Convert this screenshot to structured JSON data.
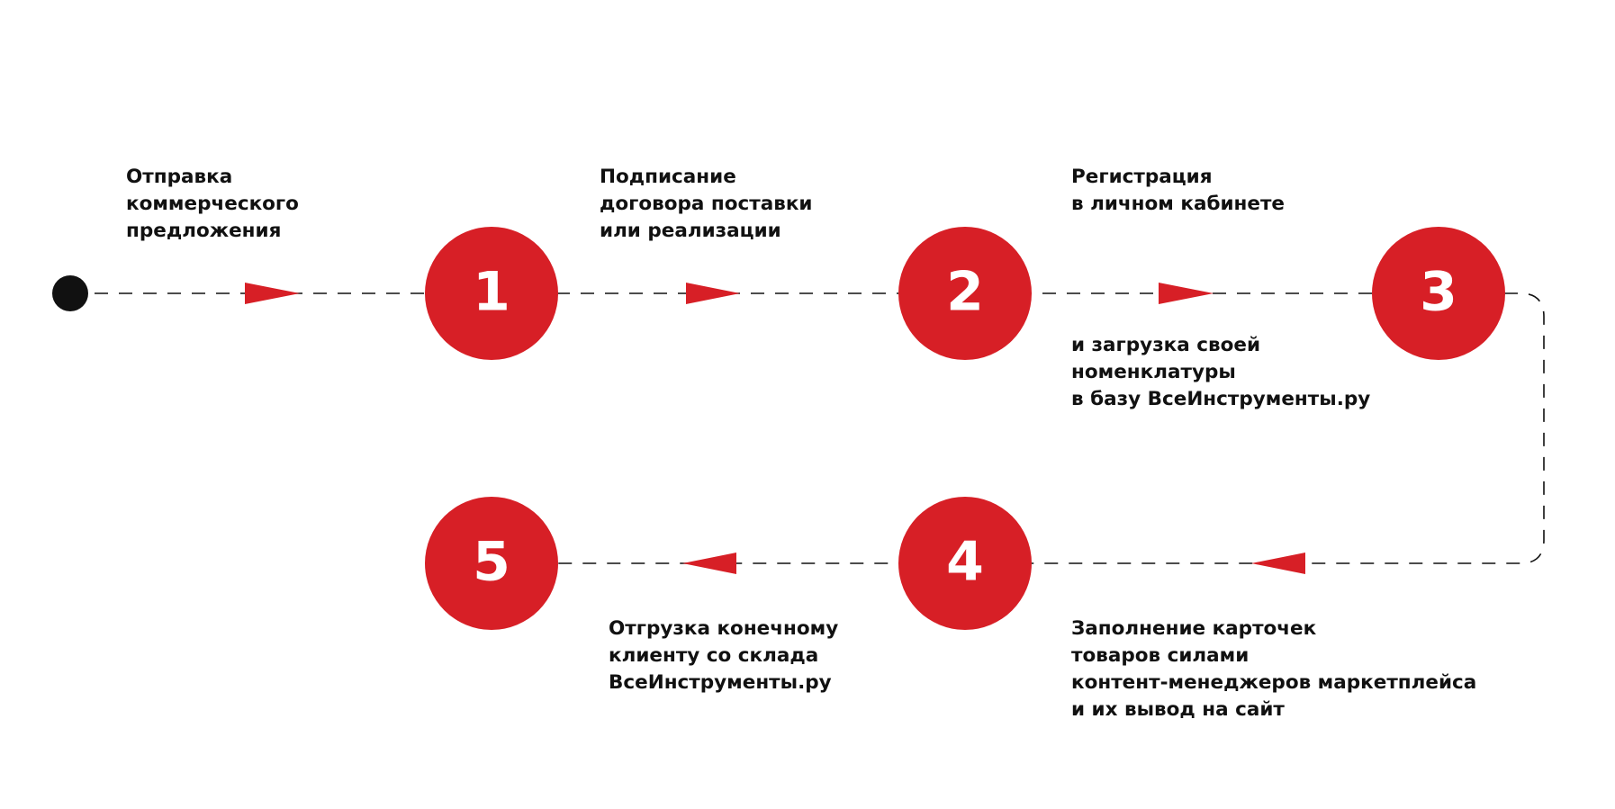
{
  "colors": {
    "accent": "#d71f26",
    "line": "#111111",
    "text": "#111111",
    "number": "#ffffff",
    "background": "#ffffff"
  },
  "steps": [
    {
      "number": "1",
      "label_lines": [
        "Отправка",
        "коммерческого",
        "предложения"
      ]
    },
    {
      "number": "2",
      "label_lines": [
        "Подписание",
        "договора поставки",
        "или реализации"
      ]
    },
    {
      "number": "3",
      "label_lines": [
        "Регистрация",
        "в личном кабинете"
      ],
      "sub_lines": [
        "и загрузка своей",
        "номенклатуры",
        "в базу ВсеИнструменты.ру"
      ]
    },
    {
      "number": "4",
      "label_lines": [
        "Заполнение карточек",
        "товаров силами",
        "контент-менеджеров маркетплейса",
        "и их вывод на сайт"
      ]
    },
    {
      "number": "5",
      "label_lines": [
        "Отгрузка конечному",
        "клиенту со склада",
        "ВсеИнструменты.ру"
      ]
    }
  ]
}
